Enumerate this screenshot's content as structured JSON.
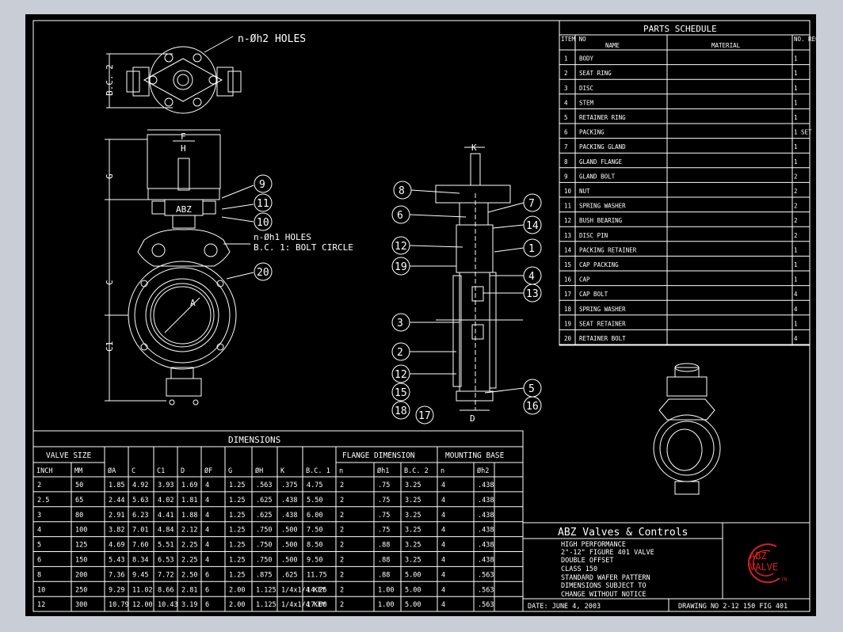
{
  "parts_schedule": {
    "title": "PARTS SCHEDULE",
    "headers": [
      "ITEM NO",
      "NAME",
      "MATERIAL",
      "NO. REQ'D"
    ],
    "rows": [
      [
        "1",
        "BODY",
        "",
        "1"
      ],
      [
        "2",
        "SEAT RING",
        "",
        "1"
      ],
      [
        "3",
        "DISC",
        "",
        "1"
      ],
      [
        "4",
        "STEM",
        "",
        "1"
      ],
      [
        "5",
        "RETAINER RING",
        "",
        "1"
      ],
      [
        "6",
        "PACKING",
        "",
        "1 SET"
      ],
      [
        "7",
        "PACKING GLAND",
        "",
        "1"
      ],
      [
        "8",
        "GLAND FLANGE",
        "",
        "1"
      ],
      [
        "9",
        "GLAND BOLT",
        "",
        "2"
      ],
      [
        "10",
        "NUT",
        "",
        "2"
      ],
      [
        "11",
        "SPRING WASHER",
        "",
        "2"
      ],
      [
        "12",
        "BUSH BEARING",
        "",
        "2"
      ],
      [
        "13",
        "DISC PIN",
        "",
        "2"
      ],
      [
        "14",
        "PACKING RETAINER",
        "",
        "1"
      ],
      [
        "15",
        "CAP PACKING",
        "",
        "1"
      ],
      [
        "16",
        "CAP",
        "",
        "1"
      ],
      [
        "17",
        "CAP BOLT",
        "",
        "4"
      ],
      [
        "18",
        "SPRING WASHER",
        "",
        "4"
      ],
      [
        "19",
        "SEAT RETAINER",
        "",
        "1"
      ],
      [
        "20",
        "RETAINER BOLT",
        "",
        "4"
      ]
    ]
  },
  "dimensions": {
    "title": "DIMENSIONS",
    "group_headers": {
      "valve_size": "VALVE SIZE",
      "flange": "FLANGE DIMENSION",
      "mounting": "MOUNTING BASE"
    },
    "columns": [
      "INCH",
      "MM",
      "ØA",
      "C",
      "C1",
      "D",
      "ØF",
      "G",
      "ØH",
      "K",
      "B.C. 1",
      "n",
      "Øh1",
      "B.C. 2",
      "n",
      "Øh2"
    ],
    "rows": [
      [
        "2",
        "50",
        "1.85",
        "4.92",
        "3.93",
        "1.69",
        "4",
        "1.25",
        ".563",
        ".375",
        "4.75",
        "2",
        ".75",
        "3.25",
        "4",
        ".438"
      ],
      [
        "2.5",
        "65",
        "2.44",
        "5.63",
        "4.02",
        "1.81",
        "4",
        "1.25",
        ".625",
        ".438",
        "5.50",
        "2",
        ".75",
        "3.25",
        "4",
        ".438"
      ],
      [
        "3",
        "80",
        "2.91",
        "6.23",
        "4.41",
        "1.88",
        "4",
        "1.25",
        ".625",
        ".438",
        "6.00",
        "2",
        ".75",
        "3.25",
        "4",
        ".438"
      ],
      [
        "4",
        "100",
        "3.82",
        "7.01",
        "4.84",
        "2.12",
        "4",
        "1.25",
        ".750",
        ".500",
        "7.50",
        "2",
        ".75",
        "3.25",
        "4",
        ".438"
      ],
      [
        "5",
        "125",
        "4.69",
        "7.60",
        "5.51",
        "2.25",
        "4",
        "1.25",
        ".750",
        ".500",
        "8.50",
        "2",
        ".88",
        "3.25",
        "4",
        ".438"
      ],
      [
        "6",
        "150",
        "5.43",
        "8.34",
        "6.53",
        "2.25",
        "4",
        "1.25",
        ".750",
        ".500",
        "9.50",
        "2",
        ".88",
        "3.25",
        "4",
        ".438"
      ],
      [
        "8",
        "200",
        "7.36",
        "9.45",
        "7.72",
        "2.50",
        "6",
        "1.25",
        ".875",
        ".625",
        "11.75",
        "2",
        ".88",
        "5.00",
        "4",
        ".563"
      ],
      [
        "10",
        "250",
        "9.29",
        "11.02",
        "8.66",
        "2.81",
        "6",
        "2.00",
        "1.125",
        "1/4x1/4 KEY",
        "14.25",
        "2",
        "1.00",
        "5.00",
        "4",
        ".563"
      ],
      [
        "12",
        "300",
        "10.79",
        "12.00",
        "10.43",
        "3.19",
        "6",
        "2.00",
        "1.125",
        "1/4x1/4 KEY",
        "17.00",
        "2",
        "1.00",
        "5.00",
        "4",
        ".563"
      ]
    ]
  },
  "title_block": {
    "company": "ABZ Valves & Controls",
    "lines": [
      "HIGH PERFORMANCE",
      "2\"-12\" FIGURE 401 VALVE",
      "DOUBLE OFFSET",
      "CLASS 150",
      "STANDARD WAFER PATTERN",
      "DIMENSIONS SUBJECT TO",
      "CHANGE WITHOUT NOTICE"
    ],
    "date": "DATE: JUNE 4, 2003",
    "drawing_no": "DRAWING NO 2-12 150 FIG 401",
    "logo_text": [
      "ABZ",
      "VALVE",
      "TM"
    ]
  },
  "drawing": {
    "top_label": "n-Øh2  HOLES",
    "bc2_label": "B.C. 2",
    "dim_f": "F",
    "dim_h": "H",
    "dim_g": "G",
    "dim_c": "C",
    "dim_c1": "C1",
    "dim_a": "A",
    "dim_k": "K",
    "dim_d": "D",
    "nameplate": "ABZ",
    "holes_label_1": "n-Øh1 HOLES",
    "holes_label_2": "B.C. 1:  BOLT CIRCLE",
    "front_balloons": [
      "9",
      "11",
      "10",
      "20"
    ],
    "section_left_balloons": [
      "8",
      "6",
      "12",
      "19",
      "3",
      "2",
      "12",
      "15",
      "18",
      "17"
    ],
    "section_right_balloons": [
      "7",
      "14",
      "1",
      "4",
      "13",
      "5",
      "16"
    ]
  }
}
